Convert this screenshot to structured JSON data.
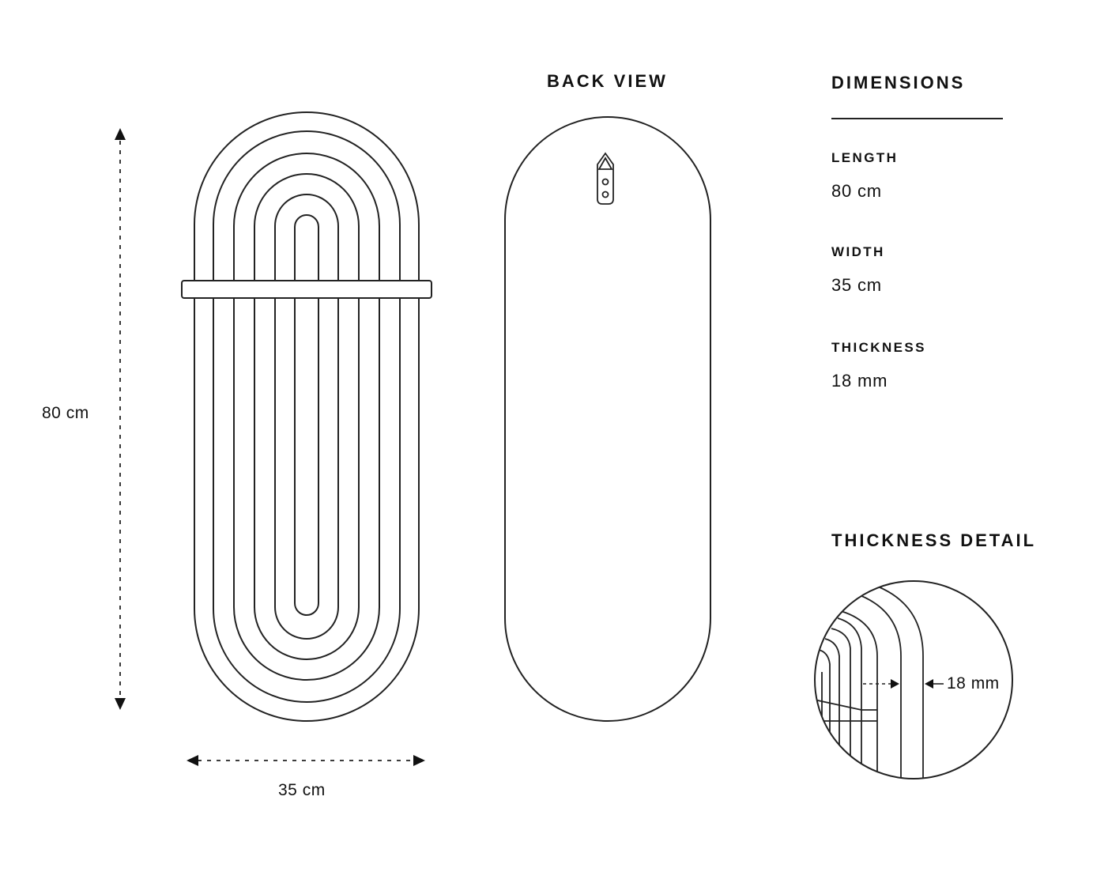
{
  "back_view": {
    "title": "BACK VIEW"
  },
  "front_view": {
    "height_label": "80 cm",
    "width_label": "35 cm"
  },
  "dimensions": {
    "title": "DIMENSIONS",
    "items": [
      {
        "label": "LENGTH",
        "value": "80 cm"
      },
      {
        "label": "WIDTH",
        "value": "35 cm"
      },
      {
        "label": "THICKNESS",
        "value": "18 mm"
      }
    ]
  },
  "thickness_detail": {
    "title": "THICKNESS DETAIL",
    "value_label": "18 mm"
  },
  "colors": {
    "line": "#222222",
    "background": "#ffffff"
  }
}
